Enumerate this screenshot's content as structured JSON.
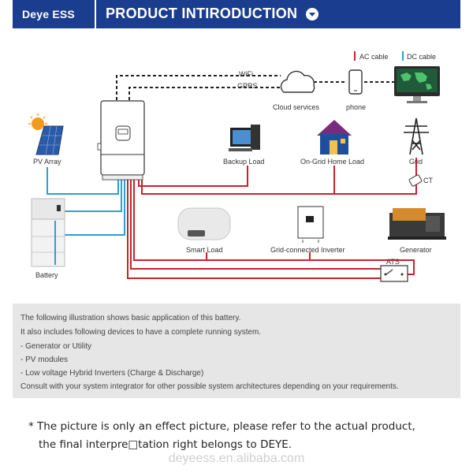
{
  "header": {
    "brand": "Deye ESS",
    "title": "PRODUCT INTIRODUCTION",
    "dropdown_icon": "chevron-down-icon",
    "accent": "#1a3d8f"
  },
  "legend": {
    "ac_label": "AC cable",
    "dc_label": "DC cable",
    "ac_color": "#c8232c",
    "dc_color": "#2c9fd6"
  },
  "diagram": {
    "wifi": "WiFi",
    "gprs": "GPRS",
    "cloud": "Cloud services",
    "phone": "phone",
    "pv": "PV Array",
    "battery": "Battery",
    "backup_load": "Backup Load",
    "home_load": "On-Grid Home Load",
    "grid": "Grid",
    "ct": "CT",
    "smart_load": "Smart Load",
    "grid_inverter": "Grid-connected Inverter",
    "generator": "Generator",
    "ats": "ATS"
  },
  "info": {
    "lines": [
      "The following illustration shows basic application of this battery.",
      "It also includes following devices to have a complete running system.",
      "- Generator or Utility",
      "- PV modules",
      "- Low voltage Hybrid Inverters (Charge & Discharge)",
      "Consult with your system integrator for other possible system architectures depending on your requirements."
    ]
  },
  "note": {
    "line1": "* The picture is only an effect picture, please refer to the actual product,",
    "line2": "the final interpre□tation right belongs to DEYE."
  },
  "watermark": "deyeess.en.alibaba.com"
}
